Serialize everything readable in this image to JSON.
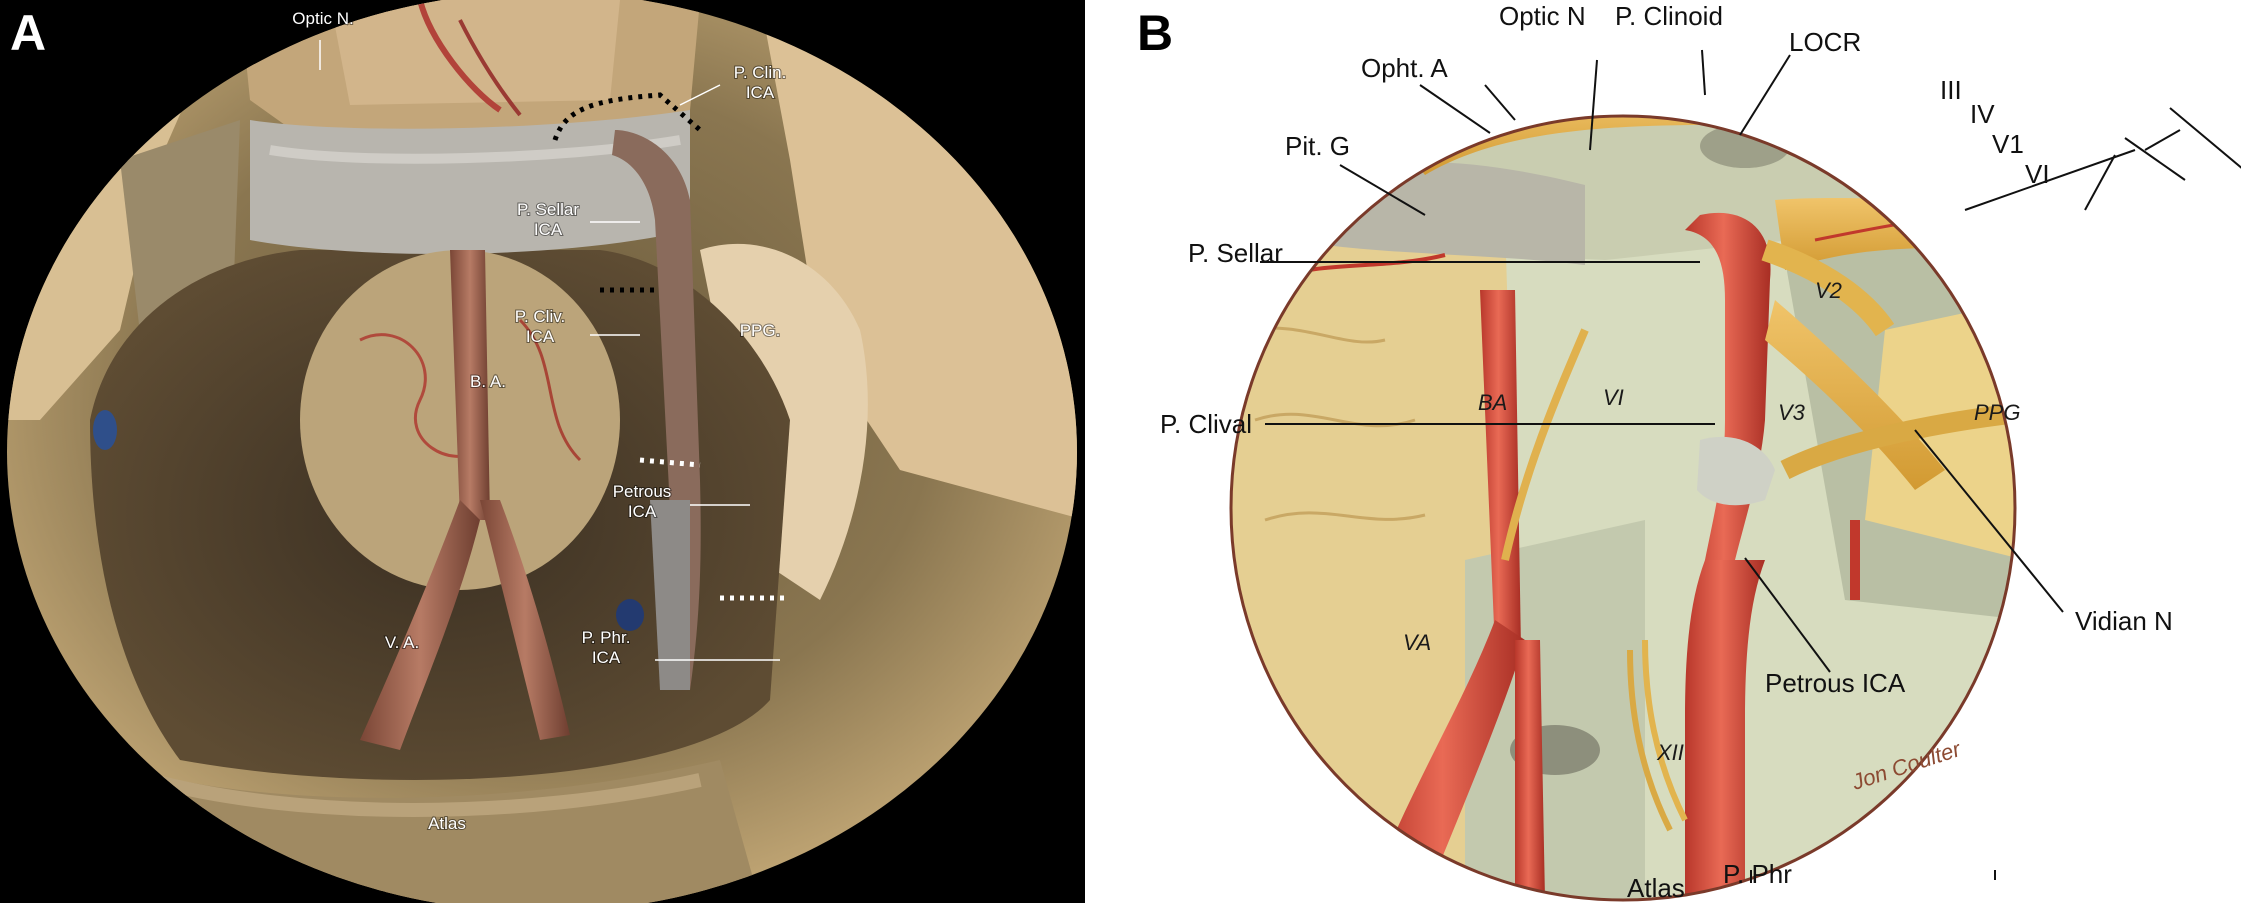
{
  "panel_a": {
    "letter": "A",
    "labels": {
      "optic_n": "Optic N.",
      "p_clin_1": "P. Clin.",
      "p_clin_2": "ICA",
      "p_sellar_1": "P. Sellar",
      "p_sellar_2": "ICA",
      "p_cliv_1": "P. Cliv.",
      "p_cliv_2": "ICA",
      "ppg": "PPG.",
      "ba": "B. A.",
      "petrous_1": "Petrous",
      "petrous_2": "ICA",
      "va": "V. A.",
      "p_phr_1": "P. Phr.",
      "p_phr_2": "ICA",
      "atlas": "Atlas"
    }
  },
  "panel_b": {
    "letter": "B",
    "labels": {
      "optic_n": "Optic N",
      "p_clinoid": "P. Clinoid",
      "locr": "LOCR",
      "opht_a": "Opht. A",
      "iii": "III",
      "iv": "IV",
      "v1": "V1",
      "vi_top": "VI",
      "pit_g": "Pit. G",
      "p_sellar": "P. Sellar",
      "v2": "V2",
      "ba": "BA",
      "vi_mid": "VI",
      "v3": "V3",
      "ppg": "PPG",
      "p_clival": "P. Clival",
      "vidian_n": "Vidian N",
      "va": "VA",
      "petrous_ica": "Petrous ICA",
      "xii": "XII",
      "signature": "Jon Coulter",
      "atlas": "Atlas",
      "p_phr": "P. Phr"
    }
  }
}
